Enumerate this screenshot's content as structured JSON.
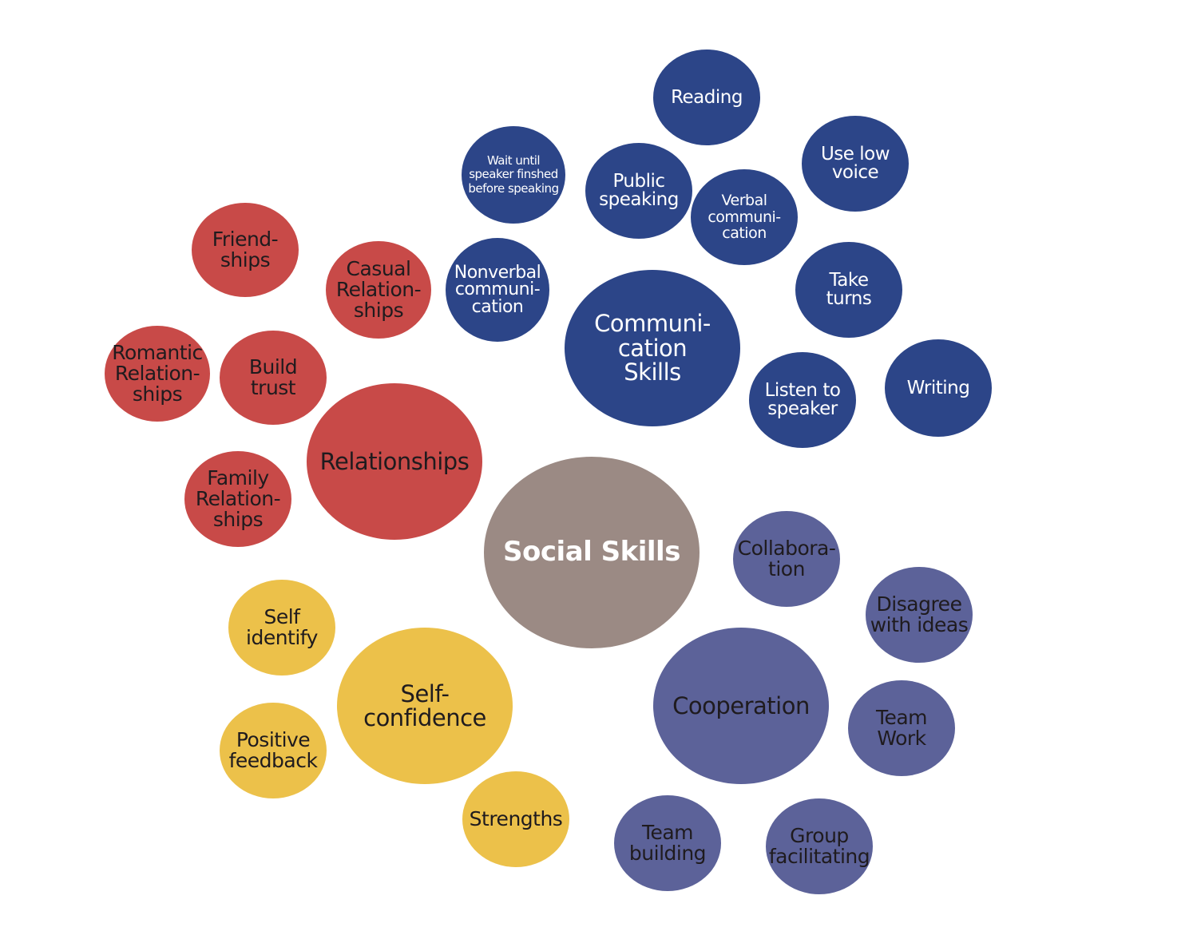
{
  "colors": {
    "center": "#9b8a84",
    "relationships": "#c84a48",
    "communication": "#2c4588",
    "cooperation": "#5c6299",
    "self_confidence": "#ecc14a"
  },
  "center": {
    "label": "Social Skills"
  },
  "relationships": {
    "hub": "Relationships",
    "friendships": "Friend-\nships",
    "casual": "Casual\nRelation-\nships",
    "romantic": "Romantic\nRelation-\nships",
    "build_trust": "Build\ntrust",
    "family": "Family\nRelation-\nships"
  },
  "communication": {
    "hub": "Communi-\ncation\nSkills",
    "reading": "Reading",
    "wait": "Wait until\nspeaker finshed\nbefore speaking",
    "public_speaking": "Public\nspeaking",
    "use_low_voice": "Use low\nvoice",
    "verbal": "Verbal\ncommuni-\ncation",
    "nonverbal": "Nonverbal\ncommuni-\ncation",
    "take_turns": "Take\nturns",
    "listen": "Listen to\nspeaker",
    "writing": "Writing"
  },
  "cooperation": {
    "hub": "Cooperation",
    "collaboration": "Collabora-\ntion",
    "disagree": "Disagree\nwith ideas",
    "team_work": "Team\nWork",
    "team_building": "Team\nbuilding",
    "group_facilitating": "Group\nfacilitating"
  },
  "self_confidence": {
    "hub": "Self-\nconfidence",
    "self_identify": "Self\nidentify",
    "positive_feedback": "Positive\nfeedback",
    "strengths": "Strengths"
  }
}
